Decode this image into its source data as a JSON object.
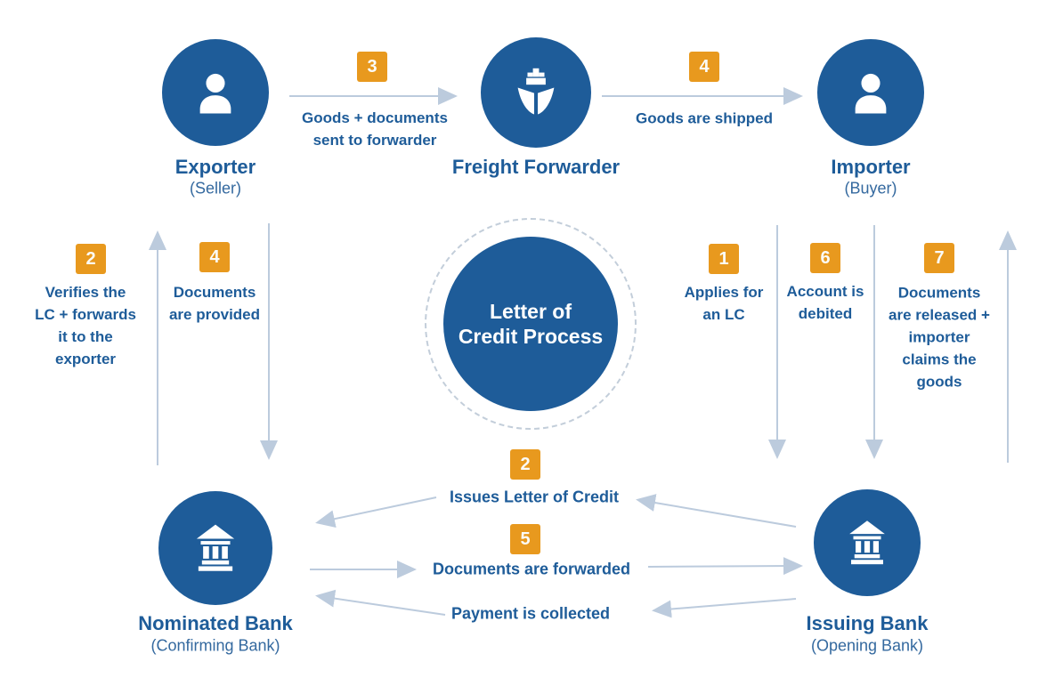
{
  "diagram_title": "Letter of Credit Process",
  "colors": {
    "primary_blue": "#1E5C99",
    "accent_orange": "#E8991E",
    "arrow_gray": "#BCCBDD",
    "background": "#FFFFFF"
  },
  "center_hub": {
    "line1": "Letter of",
    "line2": "Credit Process"
  },
  "entities": {
    "exporter": {
      "name": "Exporter",
      "subtitle": "(Seller)"
    },
    "freight_forwarder": {
      "name": "Freight Forwarder"
    },
    "importer": {
      "name": "Importer",
      "subtitle": "(Buyer)"
    },
    "nominated_bank": {
      "name": "Nominated Bank",
      "subtitle": "(Confirming Bank)"
    },
    "issuing_bank": {
      "name": "Issuing Bank",
      "subtitle": "(Opening Bank)"
    }
  },
  "flows": {
    "applies_for_lc": {
      "step": "1",
      "from": "Importer",
      "to": "Issuing Bank",
      "lines": [
        "Applies for",
        "an LC"
      ]
    },
    "issues_lc": {
      "step": "2",
      "from": "Issuing Bank",
      "to": "Nominated Bank",
      "lines": [
        "Issues Letter of Credit"
      ]
    },
    "verifies_lc": {
      "step": "2",
      "from": "Nominated Bank",
      "to": "Exporter",
      "lines": [
        "Verifies the",
        "LC + forwards",
        "it to the",
        "exporter"
      ]
    },
    "goods_to_forwarder": {
      "step": "3",
      "from": "Exporter",
      "to": "Freight Forwarder",
      "lines": [
        "Goods + documents",
        "sent to forwarder"
      ]
    },
    "goods_shipped": {
      "step": "4",
      "from": "Freight Forwarder",
      "to": "Importer",
      "lines": [
        "Goods are shipped"
      ]
    },
    "documents_provided": {
      "step": "4",
      "from": "Exporter",
      "to": "Nominated Bank",
      "lines": [
        "Documents",
        "are provided"
      ]
    },
    "documents_forwarded": {
      "step": "5",
      "from": "Nominated Bank",
      "to": "Issuing Bank",
      "lines": [
        "Documents are forwarded"
      ]
    },
    "account_debited": {
      "step": "6",
      "from": "Importer",
      "to": "Issuing Bank",
      "lines": [
        "Account is",
        "debited"
      ]
    },
    "documents_released": {
      "step": "7",
      "from": "Issuing Bank",
      "to": "Importer",
      "lines": [
        "Documents",
        "are released +",
        "importer",
        "claims the",
        "goods"
      ]
    },
    "payment_collected": {
      "from": "Issuing Bank",
      "to": "Nominated Bank",
      "lines": [
        "Payment is collected"
      ]
    }
  }
}
